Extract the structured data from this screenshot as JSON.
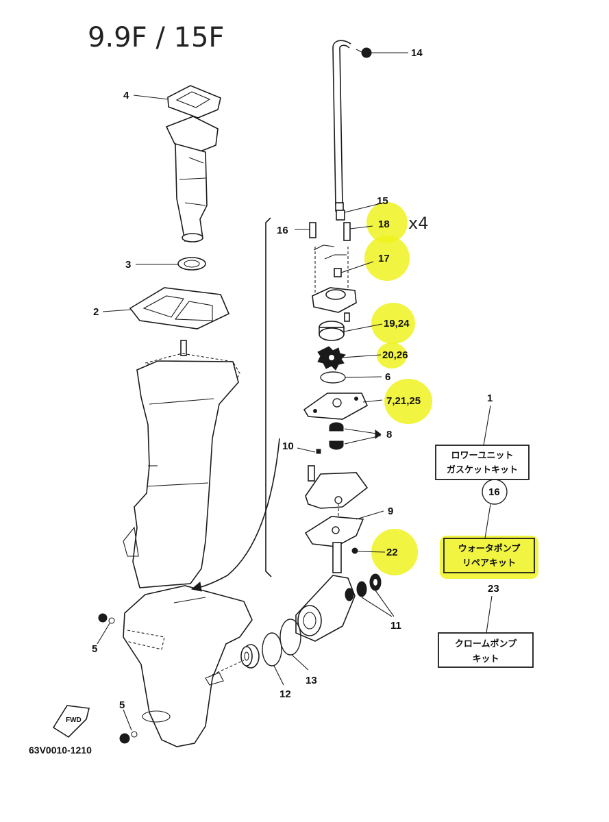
{
  "title": "9.9F / 15F",
  "annotation_qty": "x4",
  "drawing_code": "63V0010-1210",
  "fwd_mark": "FWD",
  "part_numbers": {
    "p1": "1",
    "p2": "2",
    "p3": "3",
    "p4": "4",
    "p5a": "5",
    "p5b": "5",
    "p6": "6",
    "p7": "7,21,25",
    "p8": "8",
    "p9": "9",
    "p10": "10",
    "p11": "11",
    "p12": "12",
    "p13": "13",
    "p14": "14",
    "p15": "15",
    "p16a": "16",
    "p16b": "16",
    "p17": "17",
    "p18": "18",
    "p19": "19,24",
    "p20": "20,26",
    "p22": "22",
    "p23": "23"
  },
  "kits": {
    "gasket_kit_line1": "ロワーユニット",
    "gasket_kit_line2": "ガスケットキット",
    "water_pump_kit_line1": "ウォータポンプ",
    "water_pump_kit_line2": "リペアキット",
    "chrome_pump_kit_line1": "クロームポンプ",
    "chrome_pump_kit_line2": "キット"
  },
  "colors": {
    "highlight": "#eef21f",
    "ink": "#1a1a1a",
    "background": "#ffffff"
  }
}
